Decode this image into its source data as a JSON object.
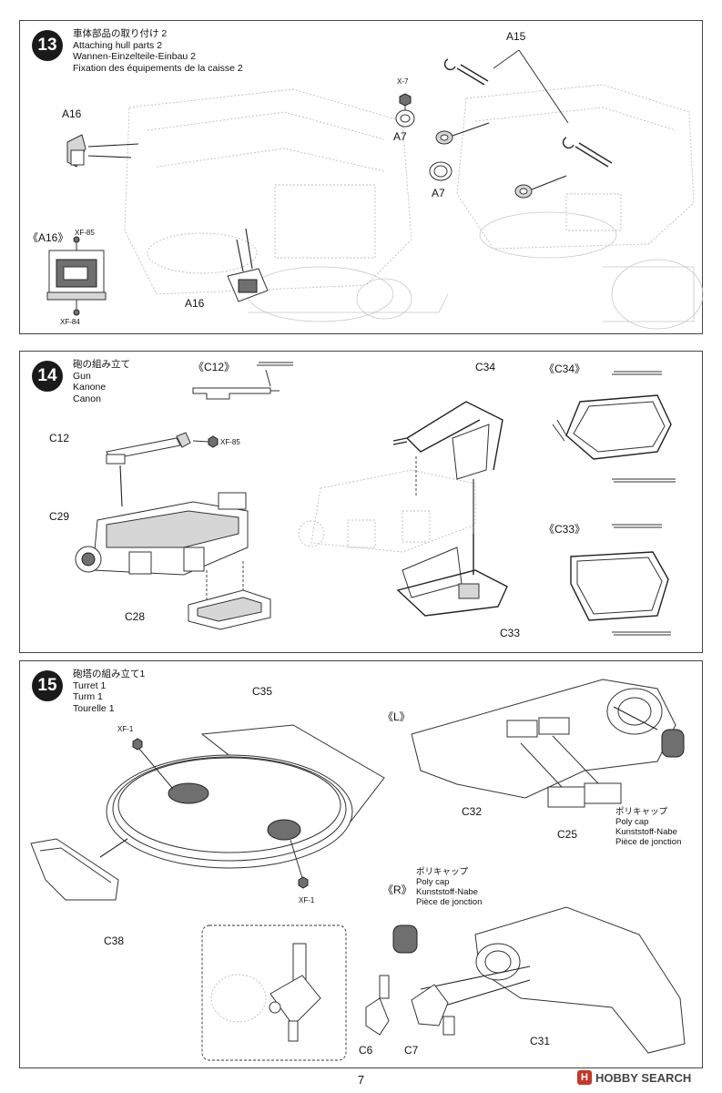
{
  "steps": [
    {
      "number": "13",
      "titles": [
        "車体部品の取り付け 2",
        "Attaching hull parts 2",
        "Wannen-Einzelteile-Einbau 2",
        "Fixation des équipements de la caisse 2"
      ],
      "labels": {
        "a16_top": "A16",
        "a16_inset": "《A16》",
        "a16_bottom": "A16",
        "xf85": "XF-85",
        "xf84": "XF-84",
        "x7": "X-7",
        "a7_upper": "A7",
        "a7_lower": "A7",
        "a15": "A15"
      }
    },
    {
      "number": "14",
      "titles": [
        "砲の組み立て",
        "Gun",
        "Kanone",
        "Canon"
      ],
      "labels": {
        "c12_inset": "《C12》",
        "c12": "C12",
        "xf85": "XF-85",
        "c29": "C29",
        "c28": "C28",
        "c34": "C34",
        "c34_inset": "《C34》",
        "c33": "C33",
        "c33_inset": "《C33》"
      }
    },
    {
      "number": "15",
      "titles": [
        "砲塔の組み立て1",
        "Turret 1",
        "Turm 1",
        "Tourelle 1"
      ],
      "labels": {
        "c35": "C35",
        "xf1_top": "XF-1",
        "xf1_bottom": "XF-1",
        "c38": "C38",
        "l_inset": "《L》",
        "c32": "C32",
        "c25": "C25",
        "polycap_l": [
          "ポリキャップ",
          "Poly cap",
          "Kunststoff-Nabe",
          "Pièce de jonction"
        ],
        "r_inset": "《R》",
        "polycap_r": [
          "ポリキャップ",
          "Poly cap",
          "Kunststoff-Nabe",
          "Pièce de jonction"
        ],
        "c6": "C6",
        "c7": "C7",
        "c31": "C31"
      }
    }
  ],
  "page_number": "7",
  "watermark": {
    "icon": "H",
    "text": "HOBBY SEARCH"
  }
}
